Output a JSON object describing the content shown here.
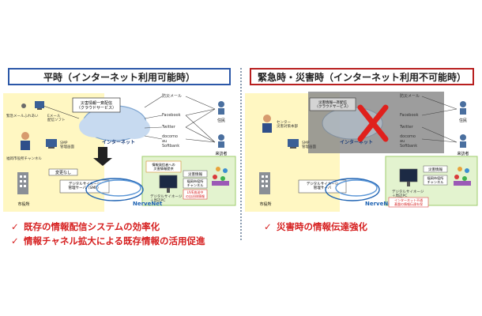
{
  "left_panel": {
    "title": "平時（インターネット利用可能時）",
    "labels": {
      "email_delivery": "緊急メールふれあい",
      "email_system": "Eメール\n配信ソフト",
      "city_hall_channel": "福岡市役所チャンネル",
      "smp_server": "SMP\n管理画面",
      "cloud_service": "災害情報一斉配信\n（クラウドサービス）",
      "internet": "インターネット",
      "route_disaster_mail": "防災メール",
      "route_facebook": "Facebook",
      "route_twitter": "Twitter",
      "route_docomo": "docomo\nau\nSoftbank",
      "residents": "住民",
      "visitors": "来訪者",
      "no_change": "変更なし",
      "realtime_info": "情報発信者への\n災害情報提供",
      "disaster_info": "災害情報",
      "region_info": "福岡市役所\nチャンネル",
      "event_note": "LIVE放送中\nの自治体情報",
      "signage_server": "デジタルサイネージ\n管理サーバ\n（SMP）",
      "signage_display": "デジタルサイネージ\n＋周辺PC",
      "city_hall": "市役所",
      "nervenet": "NerveNet"
    },
    "bullets": [
      "既存の情報配信システムの効率化",
      "情報チャネル拡大による既存情報の活用促進"
    ]
  },
  "right_panel": {
    "title": "緊急時・災害時（インターネット利用不可能時）",
    "labels": {
      "cloud_service": "災害情報一斉配信\n（クラウドサービス）",
      "internet": "インターネット",
      "route_disaster_mail": "防災メール",
      "route_facebook": "Facebook",
      "route_twitter": "Twitter",
      "route_docomo": "docomo\nau\nSoftbank",
      "residents": "住民",
      "visitors": "来訪者",
      "smp_server": "SMP\n管理画面",
      "center_label": "センター\n災害対策本部",
      "disaster_info": "災害情報",
      "region_info": "福岡市役所\nチャンネル",
      "signage_server": "デジタルサイネージ\n管理サーバ",
      "signage_display": "デジタルサイネージ\n＋周辺PC",
      "internet_note": "インターネット不通\n基盤の情報伝達を保",
      "city_hall": "市役所",
      "nervenet": "NerveNet"
    },
    "bullets": [
      "災害時の情報伝達強化"
    ]
  },
  "colors": {
    "left_border": "#2b57a8",
    "right_border": "#b81f1f",
    "bullet_text": "#d62020",
    "yellow_region": "#fff7c2",
    "green_region": "#e3f3cf",
    "cloud": "#7fa6d1",
    "nervenet": "#1f63b3",
    "gray_overlay": "#8c8c8c",
    "red_cross": "#e0201c"
  },
  "icons": [
    "person-icon",
    "computer-icon",
    "cloud-icon",
    "building-icon",
    "signage-icon",
    "people-group-icon",
    "cross-mark-icon",
    "check-icon"
  ]
}
